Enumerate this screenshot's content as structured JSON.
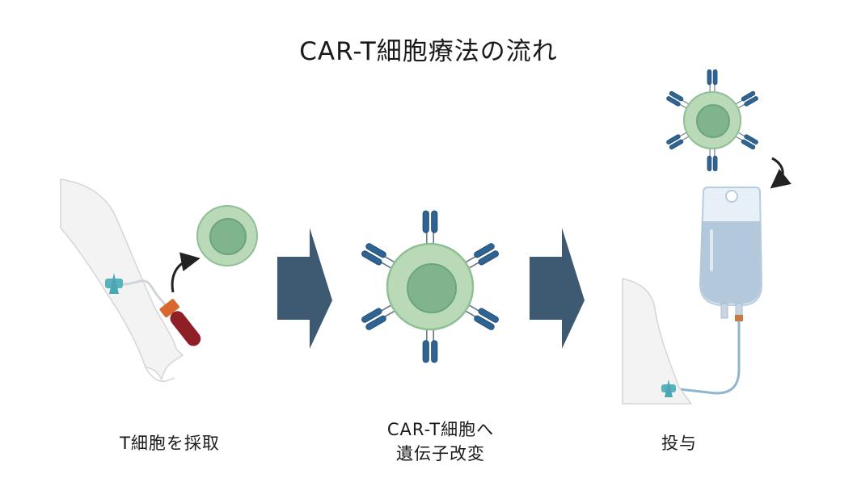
{
  "title": "CAR-T細胞療法の流れ",
  "steps": [
    {
      "lines": [
        "T細胞を採取"
      ]
    },
    {
      "lines": [
        "CAR-T細胞へ",
        "遺伝子改変"
      ]
    },
    {
      "lines": [
        "投与"
      ]
    }
  ],
  "colors": {
    "arrow": "#3e5a73",
    "cell_outer": "#b9d9b7",
    "cell_nucleus": "#7fb48c",
    "receptor": "#2f6391",
    "tube_blood": "#8e1f27",
    "tube_cap": "#d8682e",
    "iv_bag": "#b7ccdf",
    "skin": "#f4f4f4"
  }
}
